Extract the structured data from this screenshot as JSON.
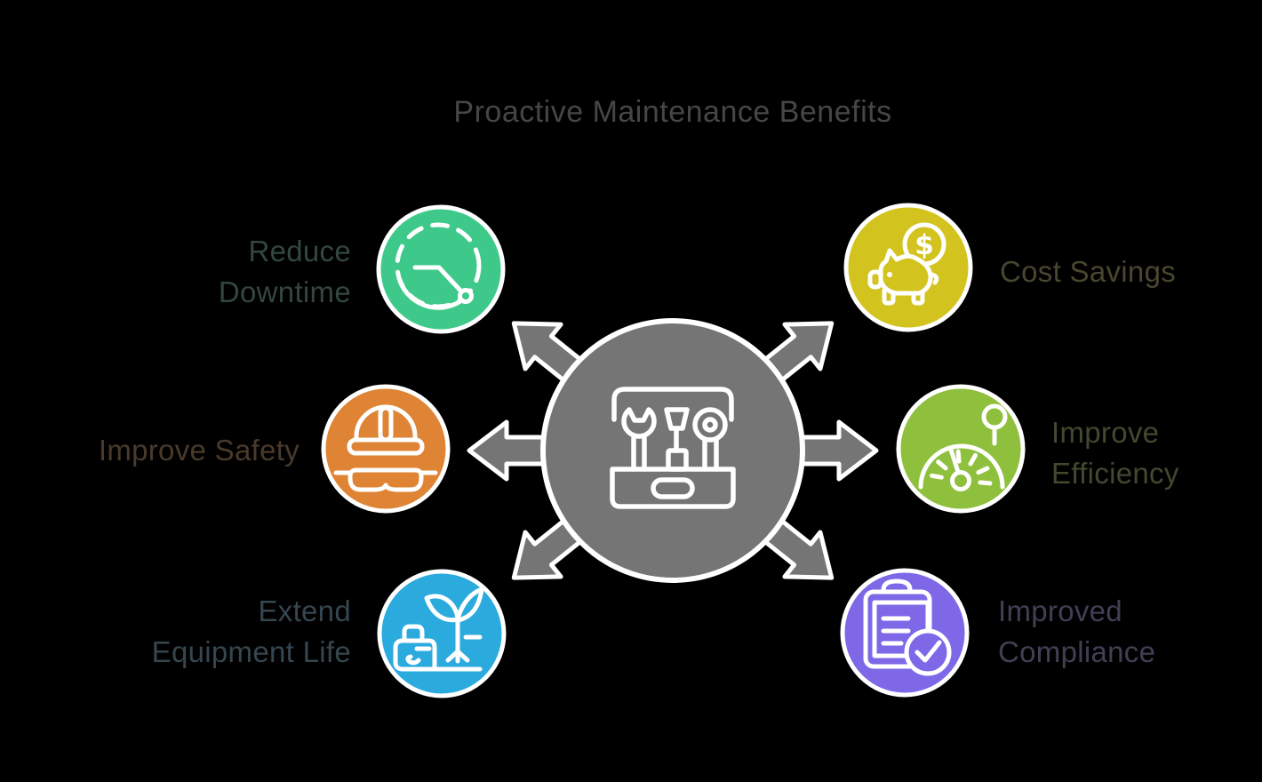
{
  "background_color": "#000000",
  "title": {
    "text": "Proactive Maintenance Benefits",
    "color": "#464646"
  },
  "hub": {
    "name": "toolbox-hub",
    "icon": "toolbox-icon",
    "fill_color": "#757575",
    "outline_color": "#ffffff",
    "arrow_count": 6
  },
  "benefits": [
    {
      "label": "Reduce Downtime",
      "lines": [
        "Reduce",
        "Downtime"
      ],
      "icon": "clock-icon",
      "position": "top-left",
      "circle_color": "#3ec98b",
      "label_color": "#33473e"
    },
    {
      "label": "Cost Savings",
      "lines": [
        "Cost Savings"
      ],
      "icon": "piggy-bank-icon",
      "coin_symbol": "$",
      "position": "top-right",
      "circle_color": "#d3c31f",
      "label_color": "#49462f"
    },
    {
      "label": "Improve Safety",
      "lines": [
        "Improve Safety"
      ],
      "icon": "hard-hat-icon",
      "position": "middle-left",
      "circle_color": "#de8434",
      "label_color": "#4a3a2a"
    },
    {
      "label": "Improve Efficiency",
      "lines": [
        "Improve",
        "Efficiency"
      ],
      "icon": "gauge-icon",
      "position": "middle-right",
      "circle_color": "#8fc03d",
      "label_color": "#41492e"
    },
    {
      "label": "Extend Equipment Life",
      "lines": [
        "Extend",
        "Equipment Life"
      ],
      "icon": "seedling-icon",
      "position": "bottom-left",
      "circle_color": "#2baade",
      "label_color": "#36464f"
    },
    {
      "label": "Improved Compliance",
      "lines": [
        "Improved",
        "Compliance"
      ],
      "icon": "clipboard-check-icon",
      "position": "bottom-right",
      "circle_color": "#7e68e8",
      "label_color": "#443e54"
    }
  ]
}
